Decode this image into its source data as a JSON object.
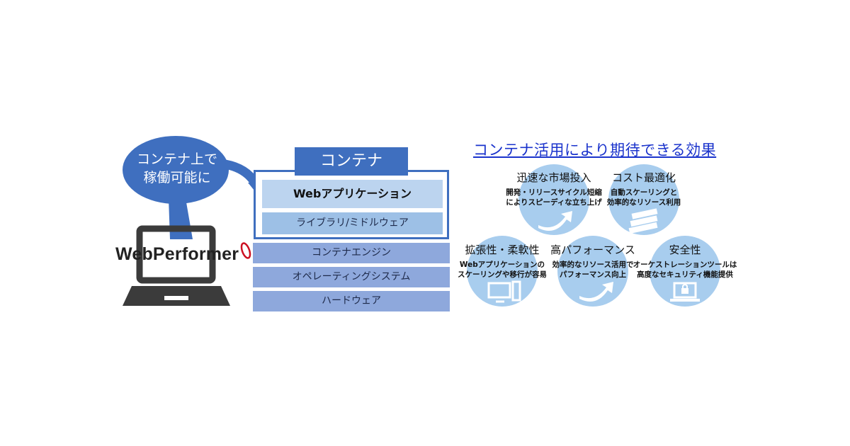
{
  "bubble": {
    "line1": "コンテナ上で",
    "line2": "稼働可能に"
  },
  "logo": {
    "text": "WebPerformer"
  },
  "stack": {
    "container_label": "コンテナ",
    "layers": {
      "app": "Webアプリケーション",
      "library": "ライブラリ/ミドルウェア",
      "engine": "コンテナエンジン",
      "os": "オペレーティングシステム",
      "hardware": "ハードウェア"
    }
  },
  "effects": {
    "title": "コンテナ活用により期待できる効果",
    "items": [
      {
        "label": "迅速な市場投入",
        "desc1": "開発・リリースサイクル短縮",
        "desc2": "によりスピーディな立ち上げ",
        "icon": "circular-arrow-icon"
      },
      {
        "label": "コスト最適化",
        "desc1": "自動スケーリングと",
        "desc2": "効率的なリソース利用",
        "icon": "money-stack-icon"
      },
      {
        "label": "拡張性・柔軟性",
        "desc1": "Webアプリケーションの",
        "desc2": "スケーリングや移行が容易",
        "icon": "desktop-computer-icon"
      },
      {
        "label": "高パフォーマンス",
        "desc1": "効率的なリソース活用で",
        "desc2": "パフォーマンス向上",
        "icon": "circular-arrow-icon"
      },
      {
        "label": "安全性",
        "desc1": "オーケストレーションツールは",
        "desc2": "高度なセキュリティ機能提供",
        "icon": "laptop-lock-icon"
      }
    ]
  },
  "colors": {
    "primary_blue": "#3f6fbf",
    "light_blue": "#bcd4ef",
    "layer_blue": "#8ea8dc",
    "circle_blue": "#a8cdee",
    "title_blue": "#1a33cc",
    "logo_red": "#cc1122"
  }
}
